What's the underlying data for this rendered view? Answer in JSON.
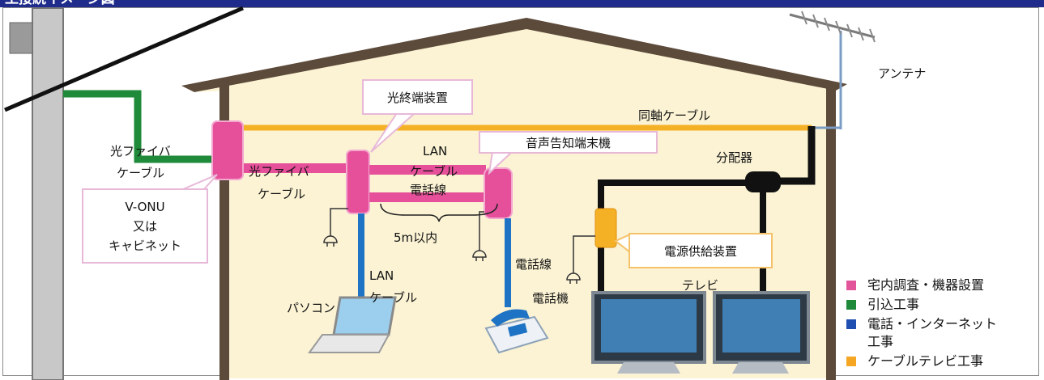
{
  "header": {
    "title": "工接続イメージ図"
  },
  "labels": {
    "antenna": "アンテナ",
    "coax": "同軸ケーブル",
    "fiber_outside_l1": "光ファイバ",
    "fiber_outside_l2": "ケーブル",
    "fiber_inside_l1": "光ファイバ",
    "fiber_inside_l2": "ケーブル",
    "lan_cable_top_l1": "LAN",
    "lan_cable_top_l2": "ケーブル",
    "phone_line_center": "電話線",
    "within_5m": "5m以内",
    "lan_cable_bottom_l1": "LAN",
    "lan_cable_bottom_l2": "ケーブル",
    "pc": "パソコン",
    "phone_line_right": "電話線",
    "phone": "電話機",
    "splitter": "分配器",
    "tv": "テレビ"
  },
  "callouts": {
    "ont": "光終端装置",
    "voice_terminal": "音声告知端末機",
    "power_supply": "電源供給装置",
    "vonu_l1": "V-ONU",
    "vonu_l2": "又は",
    "vonu_l3": "キャビネット"
  },
  "legend": [
    {
      "label": "宅内調査・機器設置",
      "color": "#e2559b"
    },
    {
      "label": "引込工事",
      "color": "#1e8a3a"
    },
    {
      "label": "電話・インターネット",
      "label2": "工事",
      "color": "#1f4fb0"
    },
    {
      "label": "ケーブルテレビ工事",
      "color": "#f5a623"
    }
  ],
  "colors": {
    "header": "#1f2c8c",
    "house_fill": "#fbf3d4",
    "house_wall": "#5c4a3a",
    "pink": "#e64f9a",
    "green": "#1e8a3a",
    "blue": "#1f73c4",
    "orange": "#f5b126",
    "black": "#111111"
  }
}
